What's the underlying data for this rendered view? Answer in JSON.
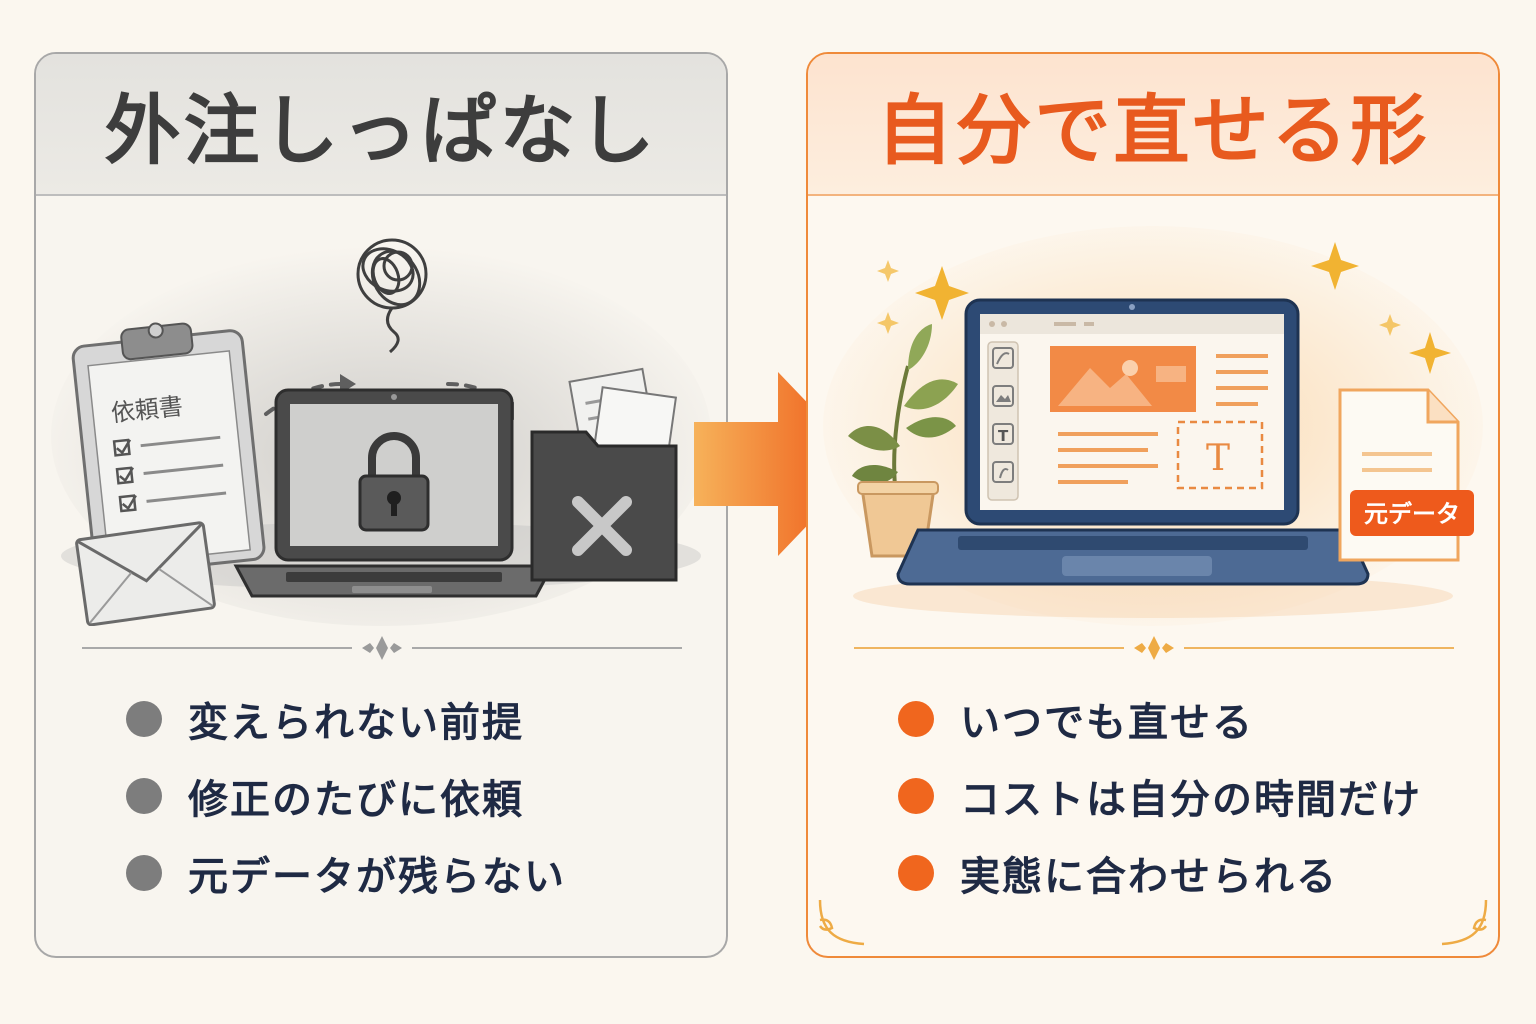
{
  "left": {
    "title": "外注しっぱなし",
    "illustration": {
      "clipboard_label": "依頼書"
    },
    "points": [
      "変えられない前提",
      "修正のたびに依頼",
      "元データが残らない"
    ]
  },
  "right": {
    "title": "自分で直せる形",
    "illustration": {
      "file_badge": "元データ",
      "text_tool_glyph": "T",
      "sidebar_glyph": "T"
    },
    "points": [
      "いつでも直せる",
      "コストは自分の時間だけ",
      "実態に合わせられる"
    ]
  },
  "colors": {
    "left_border": "#a8a8a8",
    "right_border": "#ef8a3a",
    "right_accent": "#e85a1e",
    "left_dot": "#7d7d7d",
    "right_dot": "#f0661e",
    "text": "#1f2a44"
  },
  "icons": [
    "clipboard-icon",
    "envelope-icon",
    "lock-icon",
    "tangle-icon",
    "folder-x-icon",
    "laptop-icon",
    "plant-icon",
    "sparkle-icon",
    "image-icon",
    "document-icon",
    "arrow-right-icon"
  ]
}
